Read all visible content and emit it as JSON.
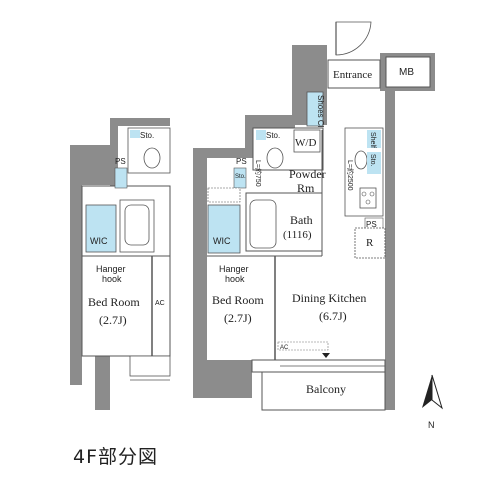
{
  "labels": {
    "entrance": "Entrance",
    "mb": "MB",
    "shoes": "Shoes Cl.",
    "wd": "W/D",
    "powder": "Powder",
    "rm": "Rm",
    "bath": "Bath",
    "bath_size": "(1116)",
    "sto": "Sto.",
    "shelf": "Shelf",
    "ps": "PS",
    "r": "R",
    "wic": "WIC",
    "hanger1": "Hanger",
    "hanger2": "hook",
    "bedroom": "Bed Room",
    "bedroom_size": "(2.7J)",
    "dining": "Dining Kitchen",
    "dining_size": "(6.7J)",
    "ac": "AC",
    "balcony": "Balcony",
    "north": "N",
    "counter_note": "L=約2500",
    "depth_note": "L=約750"
  },
  "caption": "4F部分図"
}
